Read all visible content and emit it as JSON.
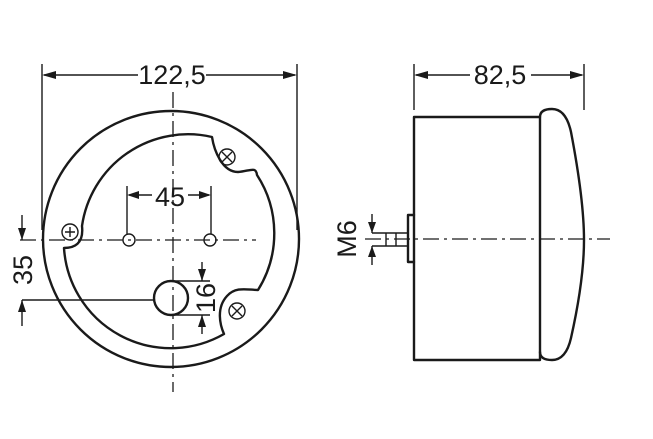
{
  "front_view": {
    "dim_width": "122,5",
    "dim_hole_spacing": "45",
    "dim_vertical": "35",
    "dim_hole_diameter": "16"
  },
  "side_view": {
    "dim_depth": "82,5",
    "dim_thread": "M6"
  }
}
